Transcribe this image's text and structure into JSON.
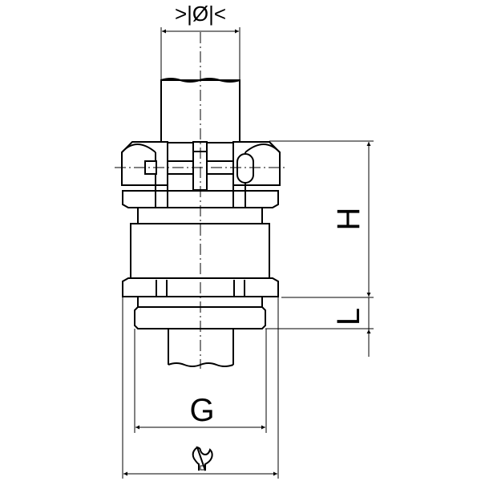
{
  "drawing": {
    "type": "cable gland technical drawing",
    "line_color": "#000000",
    "background": "#ffffff"
  },
  "dimensions": {
    "diameter": ">|Ø|<",
    "height": "H",
    "length": "L",
    "thread": "G",
    "wrench_icon": "wrench-icon"
  }
}
